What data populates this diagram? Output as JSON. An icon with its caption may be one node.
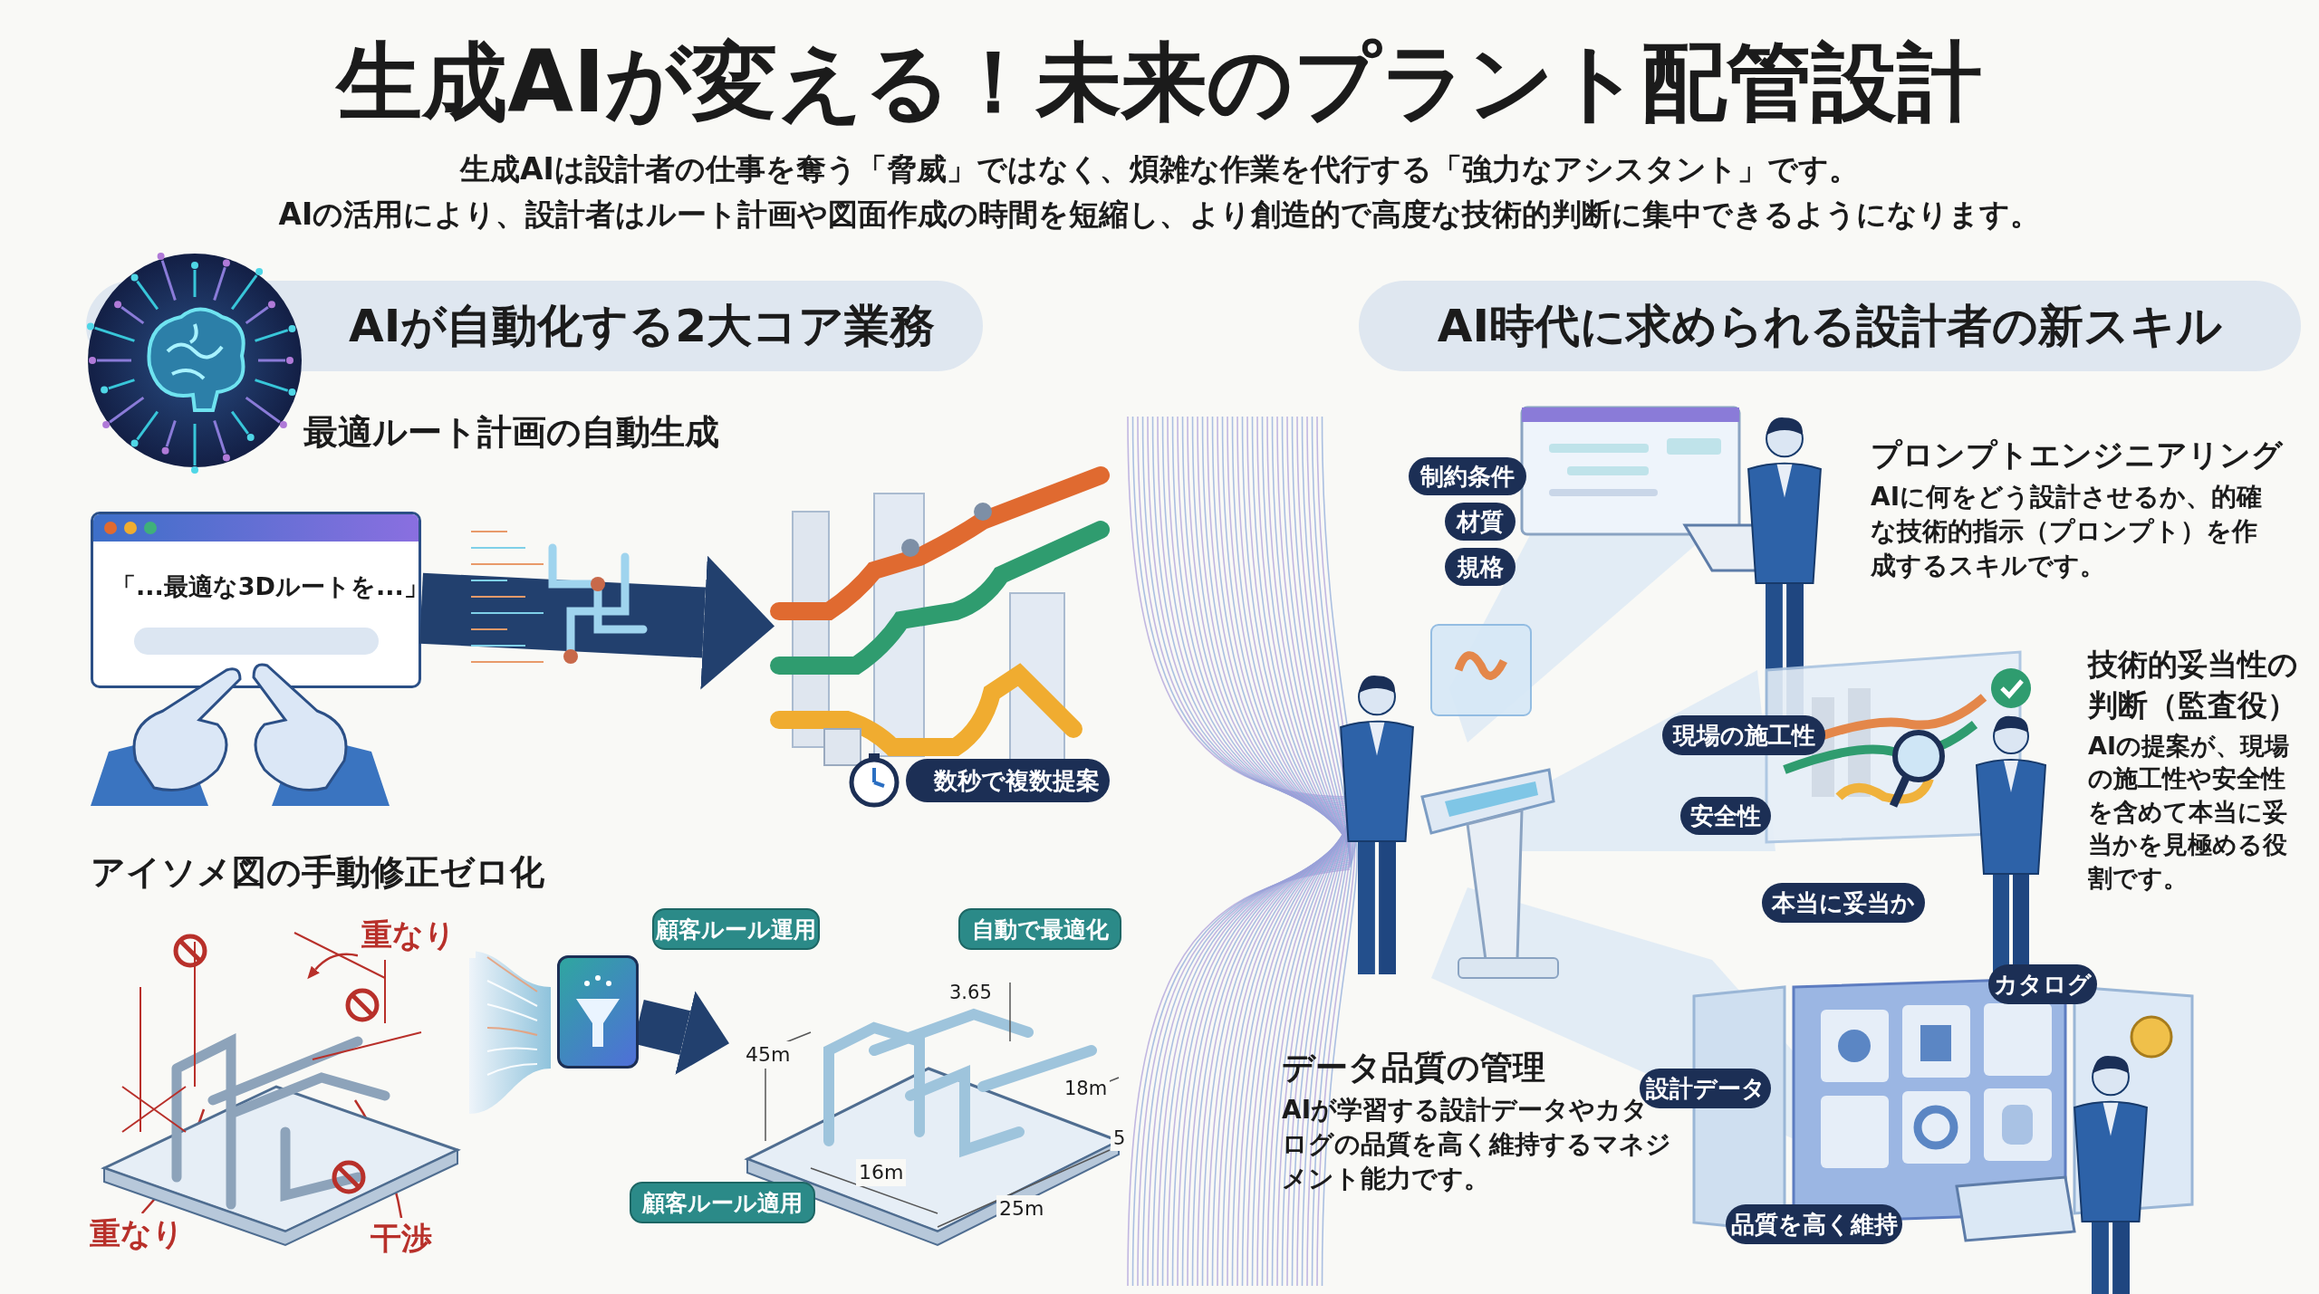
{
  "diagram": {
    "title": "生成AIが変える！未来のプラント配管設計",
    "nodes": [
      {
        "text": [
          "AIが自動化する2大コア業務"
        ]
      },
      {
        "text": [
          "AI時代に求められる設計者の新スキル"
        ]
      },
      {
        "text": [
          "「...最適な3Dルートを...」"
        ]
      },
      {
        "text": [],
        "shape": "picture"
      },
      {
        "text": [
          "数秒で複数提案"
        ]
      },
      {
        "text": [],
        "shape": "picture"
      },
      {
        "text": [
          "重なり"
        ],
        "in": 5
      },
      {
        "text": [
          "重なり"
        ],
        "in": 5
      },
      {
        "text": [
          "干渉"
        ],
        "in": 5
      },
      {
        "text": [],
        "shape": "box"
      },
      {
        "text": [],
        "shape": "picture"
      },
      {
        "text": [
          "顧客ルール運用"
        ]
      },
      {
        "text": [
          "自動で最適化"
        ]
      },
      {
        "text": [
          "顧客ルール適用"
        ]
      },
      {
        "text": [
          "制約条件"
        ]
      },
      {
        "text": [
          "材質"
        ]
      },
      {
        "text": [
          "規格"
        ]
      },
      {
        "text": [
          "現場の施工性"
        ]
      },
      {
        "text": [
          "安全性"
        ]
      },
      {
        "text": [
          "本当に妥当か"
        ]
      },
      {
        "text": [
          "カタログ"
        ]
      },
      {
        "text": [
          "設計データ"
        ]
      },
      {
        "text": [
          "品質を高く維持"
        ]
      }
    ],
    "edges": [
      {
        "from": 2,
        "to": 3,
        "arrow": "to",
        "style": "thick",
        "color": "#22406e"
      },
      {
        "from": 6,
        "to": null,
        "arrow": "to"
      },
      {
        "from": 7,
        "to": null,
        "arrow": "none"
      },
      {
        "from": 8,
        "to": null,
        "arrow": "none"
      },
      {
        "from": 9,
        "to": 10,
        "arrow": "to",
        "style": "thick",
        "color": "#22406e"
      }
    ],
    "labels": [
      "生成AIは設計者の仕事を奪う「脅威」ではなく、煩雑な作業を代行する「強力なアシスタント」です。",
      "AIの活用により、設計者はルート計画や図面作成の時間を短縮し、より創造的で高度な技術的判断に集中できるようになります。",
      "最適ルート計画の自動生成",
      "アイソメ図の手動修正ゼロ化",
      "3.65",
      "45m",
      "18m",
      "5",
      "16m",
      "25m",
      "プロンプトエンジニアリング",
      "AIに何をどう設計させるか、的確な技術的指示（プロンプト）を作成するスキルです。",
      "技術的妥当性の判断（監査役）",
      "AIの提案が、現場の施工性や安全性を含めて本当に妥当かを見極める役割です。",
      "データ品質の管理",
      "AIが学習する設計データやカタログの品質を高く維持するマネジメント能力です。"
    ]
  }
}
